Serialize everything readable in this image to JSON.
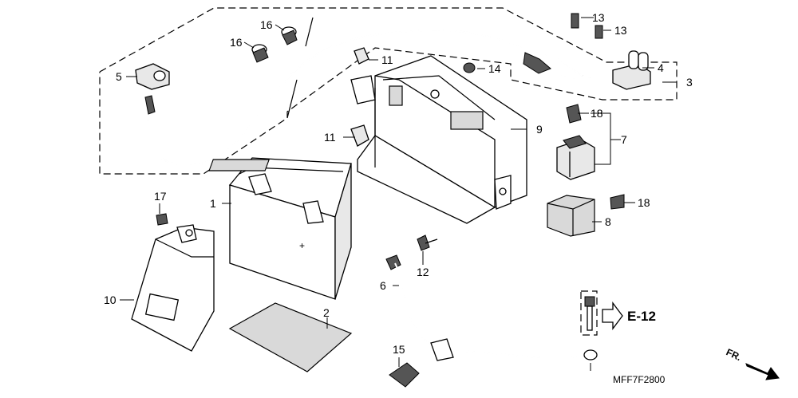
{
  "diagram": {
    "callouts": {
      "c1": "1",
      "c2": "2",
      "c3": "3",
      "c4": "4",
      "c5": "5",
      "c6": "6",
      "c7": "7",
      "c8": "8",
      "c9": "9",
      "c10": "10",
      "c11a": "11",
      "c11b": "11",
      "c12": "12",
      "c13a": "13",
      "c13b": "13",
      "c14": "14",
      "c15": "15",
      "c16a": "16",
      "c16b": "16",
      "c17": "17",
      "c18a": "18",
      "c18b": "18"
    },
    "reference_label": "E-12",
    "direction_label": "FR.",
    "diagram_code": "MFF7F2800"
  }
}
